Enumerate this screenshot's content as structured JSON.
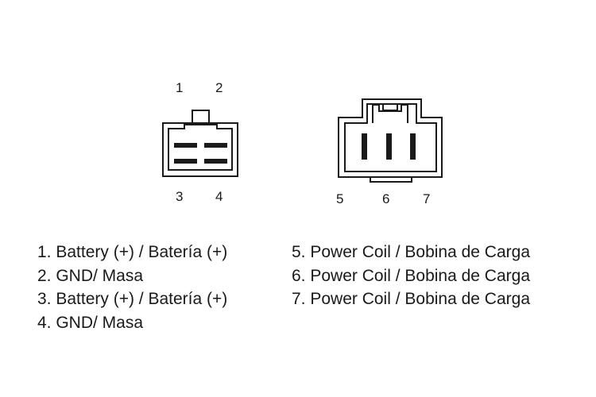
{
  "connector_2x2": {
    "pins": [
      "1",
      "2",
      "3",
      "4"
    ]
  },
  "connector_3pin": {
    "pins": [
      "5",
      "6",
      "7"
    ]
  },
  "legend_left": [
    "1. Battery (+) / Batería (+)",
    "2. GND/ Masa",
    "3. Battery (+) / Batería (+)",
    "4. GND/ Masa"
  ],
  "legend_right": [
    "5. Power Coil / Bobina de Carga",
    "6. Power Coil / Bobina de Carga",
    "7. Power Coil / Bobina de Carga"
  ],
  "colors": {
    "line": "#1a1a1a",
    "background": "#ffffff"
  }
}
